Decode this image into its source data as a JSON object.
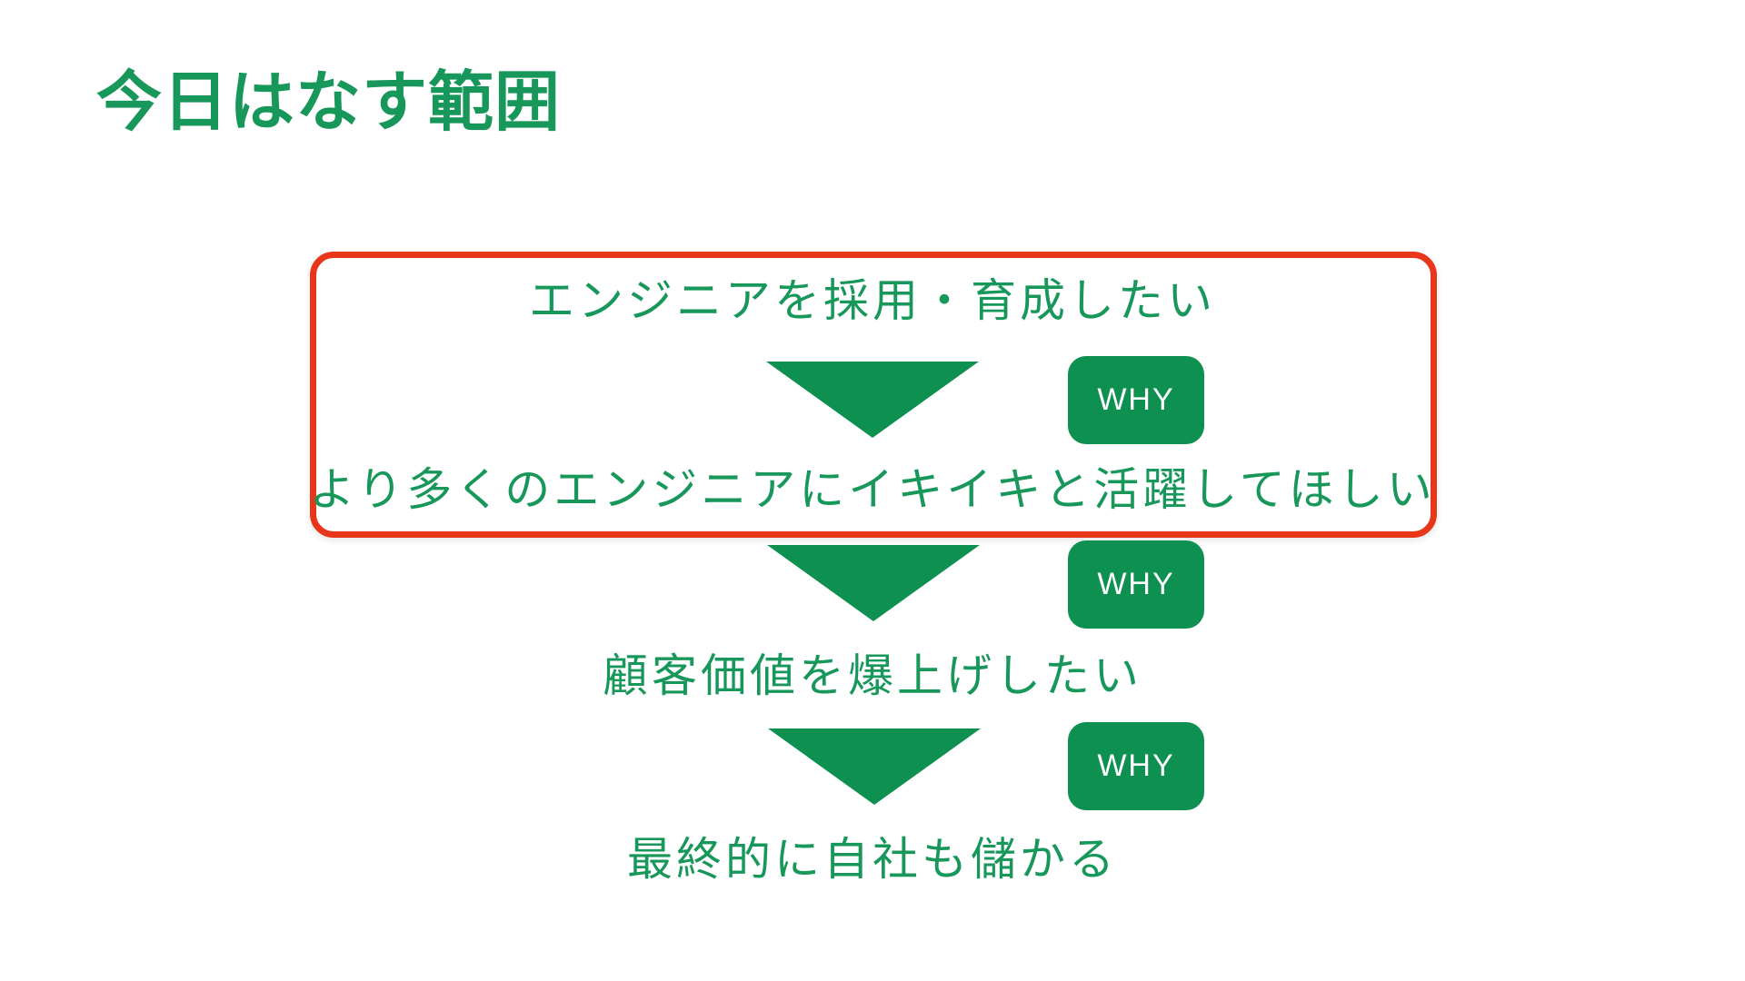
{
  "slide": {
    "title": "今日はなす範囲",
    "steps": [
      {
        "text": "エンジニアを採用・育成したい"
      },
      {
        "text": "より多くのエンジニアにイキイキと活躍してほしい"
      },
      {
        "text": "顧客価値を爆上げしたい"
      },
      {
        "text": "最終的に自社も儲かる"
      }
    ],
    "why_label": "WHY",
    "colors": {
      "green": "#0E9150",
      "text_green": "#17975A",
      "highlight_red": "#E8361B",
      "background": "#FFFFFF",
      "why_text": "#FFFFFF"
    }
  }
}
